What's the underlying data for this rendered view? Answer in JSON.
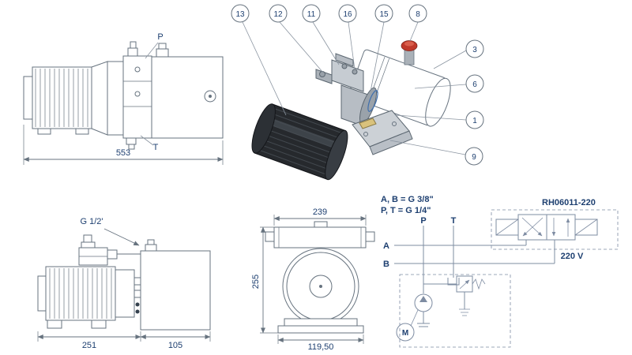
{
  "drawing": {
    "colors": {
      "line": "#67737f",
      "text": "#1d3f70",
      "schematic": "#7e8ca2",
      "cap_red": "#c0392b"
    }
  },
  "top_side_view": {
    "port_top_label": "P",
    "port_bottom_label": "T",
    "overall_length": "553"
  },
  "iso_view": {
    "callouts": [
      "13",
      "12",
      "11",
      "16",
      "15",
      "8",
      "3",
      "6",
      "1",
      "9"
    ]
  },
  "bottom_side_view": {
    "fitting_label": "G 1/2'",
    "dim_motor_section": "251",
    "dim_tank_section": "105"
  },
  "front_view": {
    "dim_width": "239",
    "dim_height": "255",
    "dim_base": "119,50"
  },
  "schematic": {
    "note_ports_ab": "A, B = G 3/8\"",
    "note_ports_pt": "P, T = G 1/4\"",
    "valve_model": "RH06011-220",
    "voltage": "220 V",
    "port_p": "P",
    "port_t": "T",
    "port_a": "A",
    "port_b": "B",
    "motor_label": "M"
  }
}
